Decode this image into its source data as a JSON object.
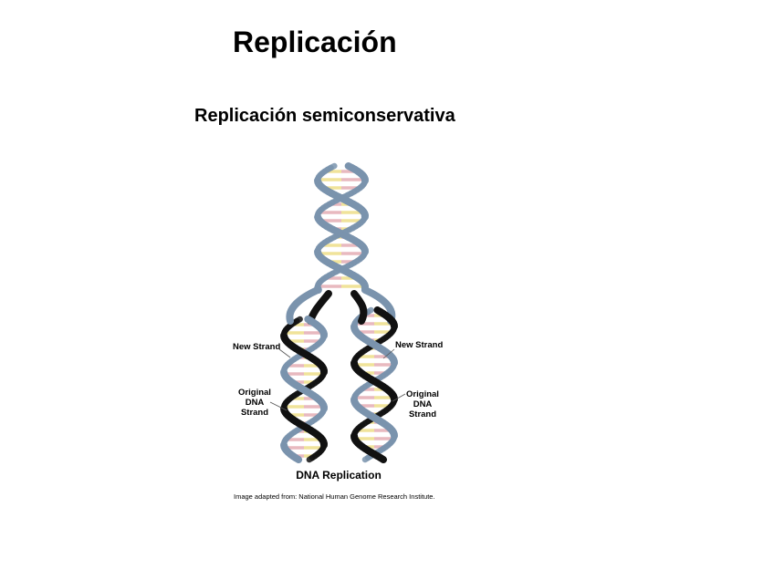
{
  "slide": {
    "title": "Replicación",
    "subtitle": "Replicación semiconservativa"
  },
  "figure": {
    "label_new_left": "New Strand",
    "label_new_right": "New Strand",
    "label_orig_left": [
      "Original",
      "DNA",
      "Strand"
    ],
    "label_orig_right": [
      "Original",
      "DNA",
      "Strand"
    ],
    "caption": "DNA Replication",
    "credit": "Image adapted from: National Human Genome Research Institute."
  },
  "colors": {
    "original_strand": "#7a93ad",
    "original_strand_edge": "#5d7590",
    "new_strand": "#111111",
    "base_pink": "#e8b9bf",
    "base_yellow": "#f0e39a"
  }
}
